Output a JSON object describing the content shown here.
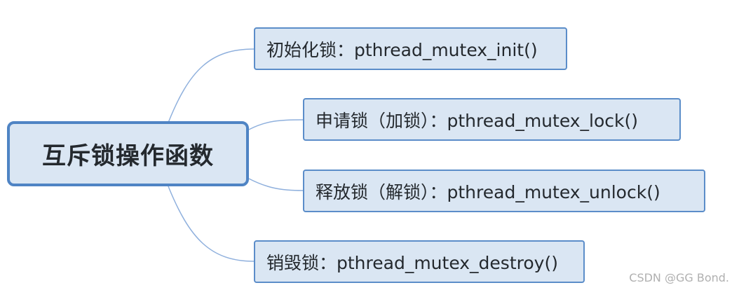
{
  "diagram": {
    "root": {
      "label": "互斥锁操作函数"
    },
    "children": [
      {
        "id": "init",
        "label": "初始化锁：pthread_mutex_init()"
      },
      {
        "id": "lock",
        "label": "申请锁（加锁）：pthread_mutex_lock()"
      },
      {
        "id": "unlock",
        "label": "释放锁（解锁）：pthread_mutex_unlock()"
      },
      {
        "id": "destroy",
        "label": "销毁锁：pthread_mutex_destroy()"
      }
    ]
  },
  "watermark": {
    "text": "CSDN @GG Bond."
  },
  "colors": {
    "node_fill": "#dae6f3",
    "node_border": "#5b8dc9",
    "root_border": "#4f84c4",
    "connector": "#8fb0dd",
    "text": "#24292e",
    "watermark": "#b0b0b0"
  }
}
